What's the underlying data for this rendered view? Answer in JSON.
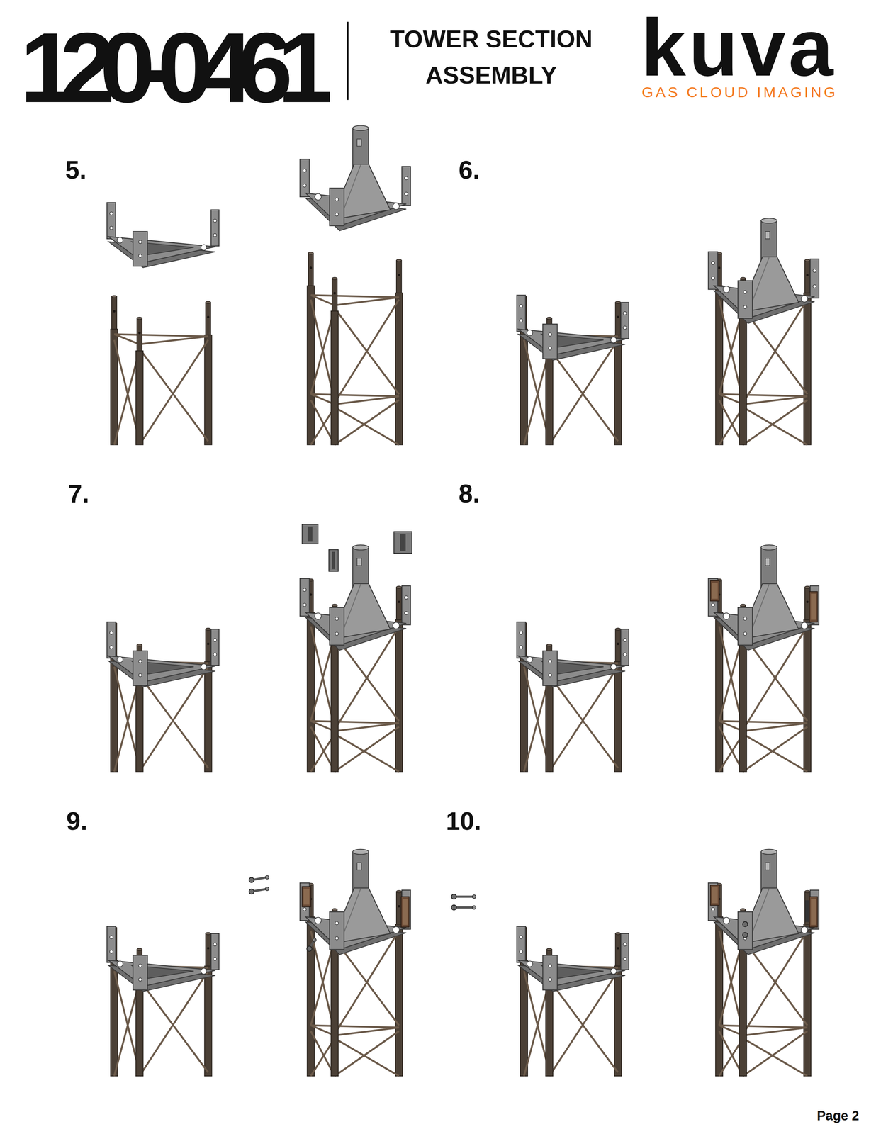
{
  "diagram": {
    "title": "TOWER SECTION ASSEMBLY",
    "labels": [
      "120-0461",
      "kuva",
      "GAS CLOUD IMAGING",
      "5.",
      "6.",
      "7.",
      "8.",
      "9.",
      "10.",
      "Page 2"
    ]
  }
}
